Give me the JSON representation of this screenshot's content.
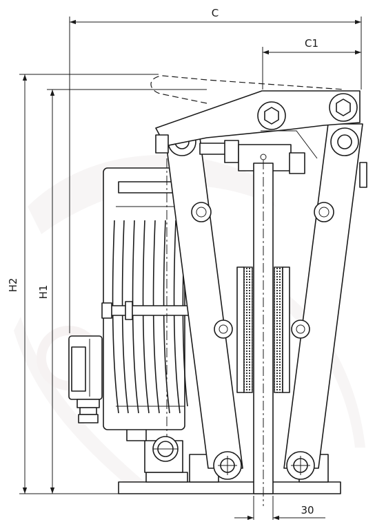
{
  "dimensions": {
    "c": "C",
    "c1": "C1",
    "h1": "H1",
    "h2": "H2",
    "width_30": "30"
  }
}
